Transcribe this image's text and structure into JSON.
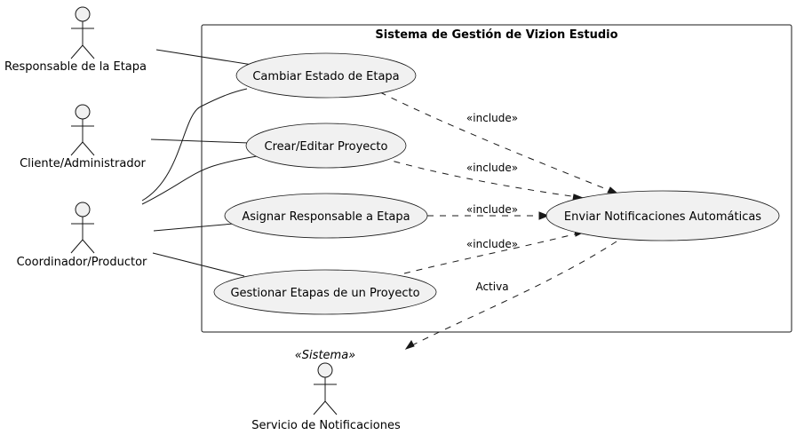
{
  "system": {
    "title": "Sistema de Gestión de Vizion Estudio"
  },
  "actors": {
    "responsable": "Responsable de la Etapa",
    "cliente": "Cliente/Administrador",
    "coordinador": "Coordinador/Productor",
    "servicio": "Servicio de Notificaciones",
    "servicio_stereotype": "«Sistema»"
  },
  "use_cases": {
    "cambiar": "Cambiar Estado de Etapa",
    "crear": "Crear/Editar Proyecto",
    "asignar": "Asignar Responsable a Etapa",
    "gestionar": "Gestionar Etapas de un Proyecto",
    "enviar": "Enviar Notificaciones Automáticas"
  },
  "relations": {
    "include_1": "«include»",
    "include_2": "«include»",
    "include_3": "«include»",
    "include_4": "«include»",
    "activa": "Activa"
  }
}
